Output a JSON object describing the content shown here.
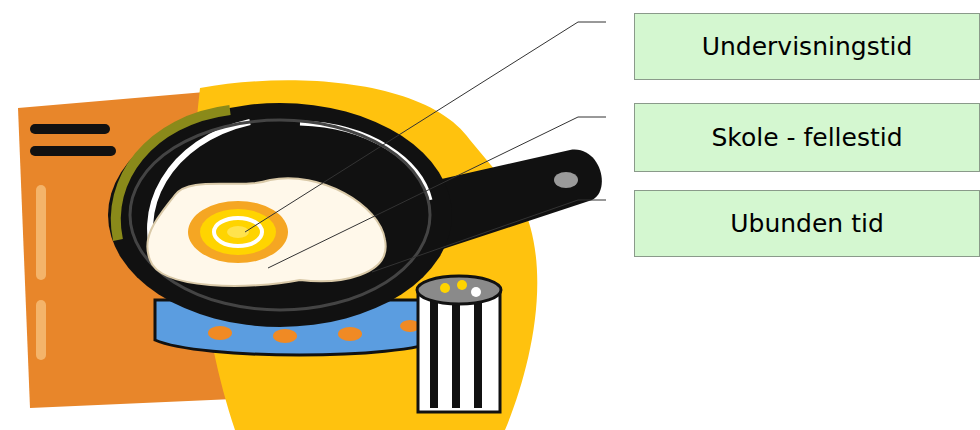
{
  "diagram": {
    "nodes": [
      {
        "text": [
          "Undervisningstid"
        ]
      },
      {
        "text": [
          "Skole - fellestid"
        ]
      },
      {
        "text": [
          "Ubunden tid"
        ]
      }
    ]
  }
}
